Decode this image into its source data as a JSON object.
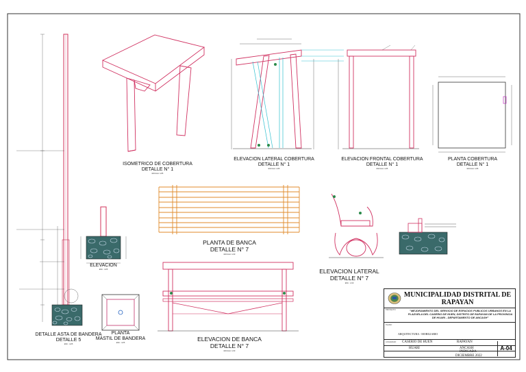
{
  "details": {
    "flagpole": {
      "title": "DETALLE ASTA DE BANDERA",
      "subtitle": "DETALLE 5",
      "scale": "ESC.: 1/25"
    },
    "elevacion_small": {
      "title": "ELEVACION",
      "scale": "ESC.: 1/25"
    },
    "planta_mastil": {
      "title": "PLANTA",
      "subtitle": "MASTIL DE BANDERA",
      "scale": "ESC.: 1/25"
    },
    "isometrico": {
      "title": "ISOMETRICO DE COBERTURA",
      "subtitle": "DETALLE N° 1",
      "scale": "ESCALA: 1/25"
    },
    "elev_lateral_cob": {
      "title": "ELEVACION LATERAL COBERTURA",
      "subtitle": "DETALLE N° 1",
      "scale": "ESCALA: 1/25"
    },
    "elev_frontal_cob": {
      "title": "ELEVACION FRONTAL COBERTURA",
      "subtitle": "DETALLE N° 1",
      "scale": "ESCALA: 1/25"
    },
    "planta_cob": {
      "title": "PLANTA COBERTURA",
      "subtitle": "DETALLE N° 1",
      "scale": "ESCALA: 1/25"
    },
    "planta_banca": {
      "title": "PLANTA DE BANCA",
      "subtitle": "DETALLE N° 7",
      "scale": "ESCALA: 1/10"
    },
    "elev_banca": {
      "title": "ELEVACION DE BANCA",
      "subtitle": "DETALLE N° 7",
      "scale": "ESCALA: 1/10"
    },
    "elev_lateral": {
      "title": "ELEVACION  LATERAL",
      "subtitle": "DETALLE N° 7",
      "scale": "ESC.: 1/10"
    }
  },
  "title_block": {
    "municipality": "MUNICIPALIDAD DISTRITAL DE RAPAYAN",
    "project": "\"MEJORAMIENTO DEL SERVICIO DE ESPACIOS PUBLICOS URBANOS EN LA PLAZUELA DEL CASERIO DE HUEN, DISTRITO DE RAPAYAN DE LA PROVINCIA DE HUARI - DEPARTAMENTO DE ANCASH\"",
    "plan": "ARQUITECTURA - MOBILIARIO",
    "localidad": "CASERIO DE HUEN",
    "distrito": "RAPAYAN",
    "provincia": "HUARI",
    "region": "ANCASH",
    "escala": "INDICADA",
    "fecha": "DICIEMBRE 2022",
    "sheet": "A-04"
  }
}
